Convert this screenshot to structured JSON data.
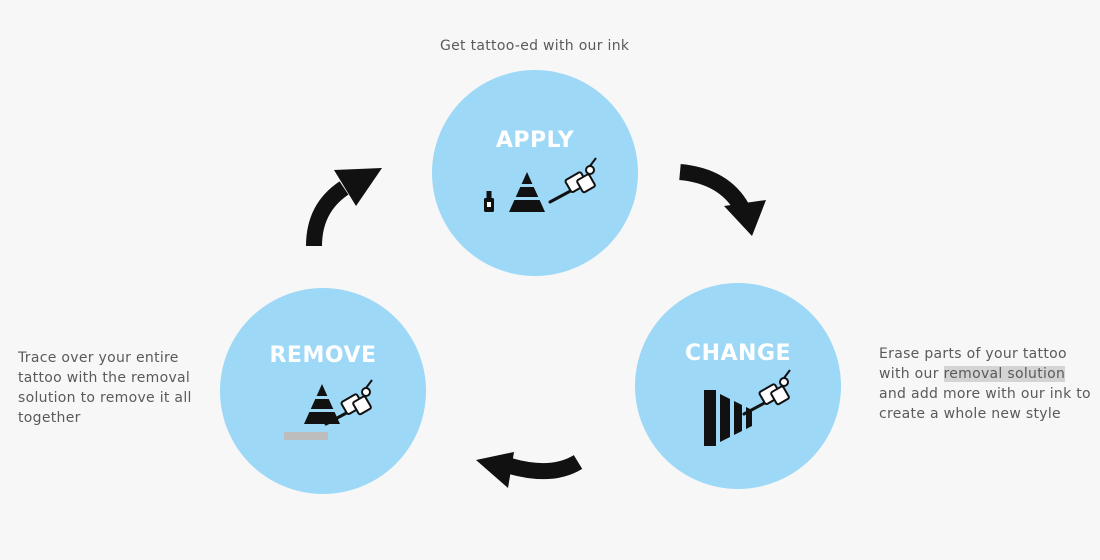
{
  "top_caption": "Get tattoo-ed with our ink",
  "stages": {
    "apply": {
      "title": "APPLY"
    },
    "change": {
      "title": "CHANGE"
    },
    "remove": {
      "title": "REMOVE"
    }
  },
  "change_desc": {
    "line1": "Erase parts of your tattoo",
    "line2_pre": "with our ",
    "line2_highlight": "removal solution",
    "line3": "and add more with our ink to",
    "line4": "create a whole new style"
  },
  "remove_desc": {
    "line1": "Trace over your entire",
    "line2": "tattoo with the removal",
    "line3": "solution to remove it all",
    "line4": "together"
  },
  "colors": {
    "background": "#f7f7f7",
    "circle": "#9dd8f7",
    "arrow": "#111111",
    "highlight": "#d4d4d4"
  }
}
